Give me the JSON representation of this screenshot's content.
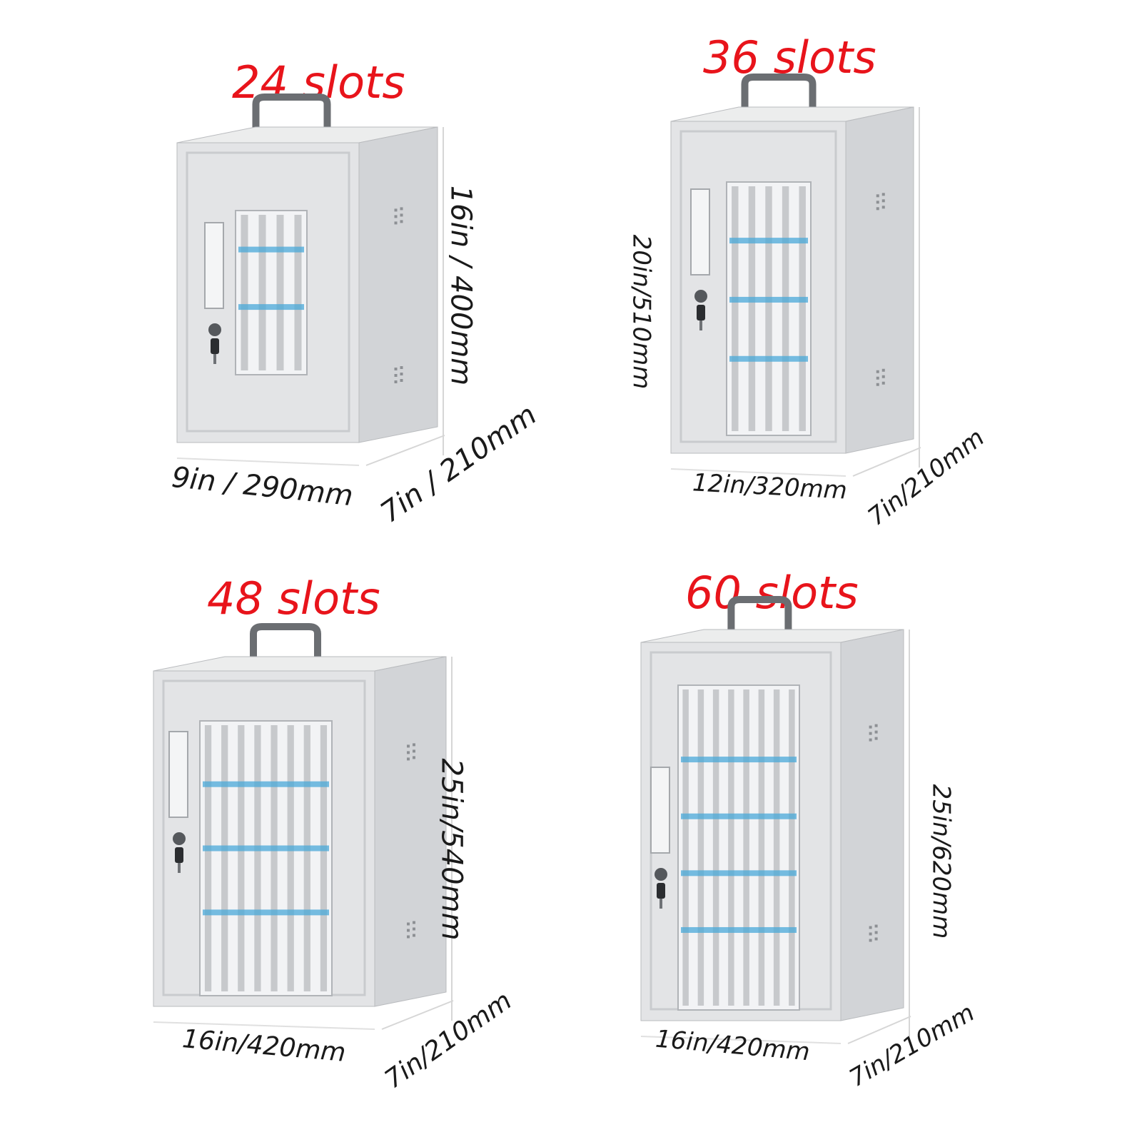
{
  "cabinets": [
    {
      "slots_label": "24 slots",
      "height_label": "16in / 400mm",
      "width_label": "9in / 290mm",
      "depth_label": "7in / 210mm",
      "slot_columns": 4,
      "slot_rows": 2
    },
    {
      "slots_label": "36 slots",
      "height_label": "20in/510mm",
      "width_label": "12in/320mm",
      "depth_label": "7in/210mm",
      "slot_columns": 5,
      "slot_rows": 3
    },
    {
      "slots_label": "48 slots",
      "height_label": "25in/540mm",
      "width_label": "16in/420mm",
      "depth_label": "7in/210mm",
      "slot_columns": 8,
      "slot_rows": 3
    },
    {
      "slots_label": "60 slots",
      "height_label": "25in/620mm",
      "width_label": "16in/420mm",
      "depth_label": "7in/210mm",
      "slot_columns": 8,
      "slot_rows": 4
    }
  ],
  "colors": {
    "title": "#e8141b",
    "cabinet_front": "#e3e4e6",
    "cabinet_side": "#d2d4d7",
    "cabinet_top": "#eceded",
    "door_frame": "#c9cbce",
    "slot_glass": "#f2f3f5",
    "slot_bar": "#c7c9cc",
    "label_blue": "#4aa8d8",
    "handle": "#6b6e72"
  },
  "icons": [
    "handle-icon",
    "lock-icon",
    "key-icon",
    "vent-icon"
  ]
}
